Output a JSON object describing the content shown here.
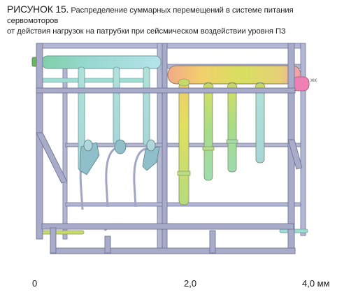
{
  "caption": {
    "label": "РИСУНОК 15.",
    "line1_text": "Распределение суммарных перемещений в системе питания сервомоторов",
    "line2_text": "от действия нагрузок на патрубки при сейсмическом воздействии уровня  ПЗ"
  },
  "model_marker": "ЖК",
  "color_scale": {
    "min_label": "0",
    "mid_label": "2,0",
    "max_label": "4,0 мм",
    "min_value": 0,
    "max_value": 4.0,
    "unit": "мм",
    "colors": [
      "#d6d6ea",
      "#bfe6ea",
      "#9fdcd2",
      "#a7dc8a",
      "#e0e26a",
      "#f2cf6c",
      "#f2a988",
      "#f27fb8"
    ]
  },
  "colors": {
    "frame": "#a9acc8",
    "frame_edge": "#70749a",
    "left_header": "#8ed6cf",
    "right_header": "#e6dc6e",
    "pipe_cyan": "#a6dcd6",
    "pipe_yellow": "#d8e060",
    "pipe_green": "#b6dc82",
    "outlet_pink": "#ee80b4",
    "inlet_green": "#6cb85e"
  }
}
